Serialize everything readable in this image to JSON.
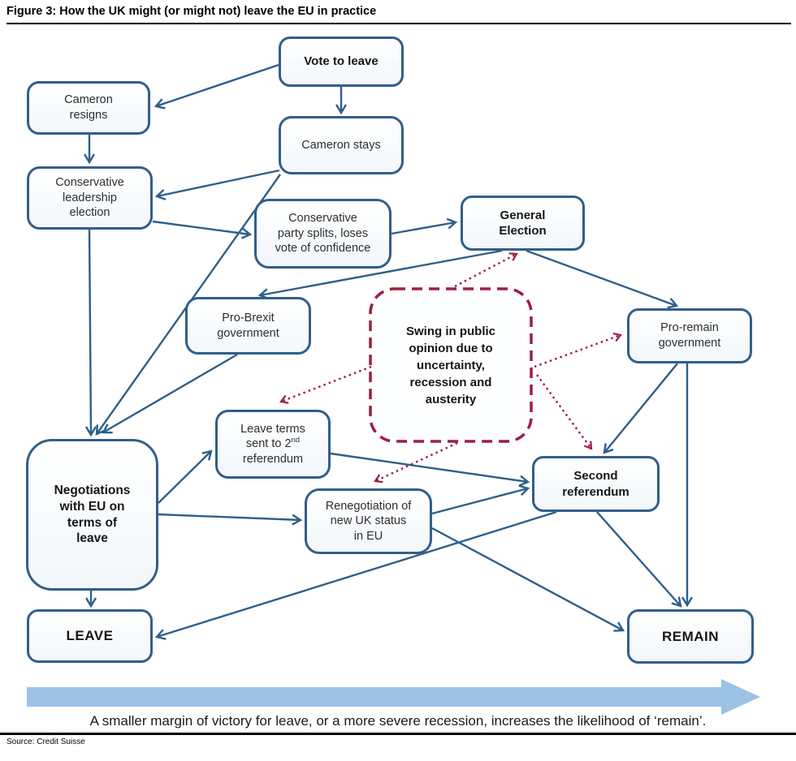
{
  "header": {
    "title": "Figure 3: How the UK might (or might not) leave the EU in practice"
  },
  "nodes": {
    "vote_to_leave": {
      "label": "Vote to leave"
    },
    "cameron_resigns": {
      "label": "Cameron\nresigns"
    },
    "cameron_stays": {
      "label": "Cameron stays"
    },
    "conservative_leadership": {
      "label": "Conservative\nleadership\nelection"
    },
    "party_splits": {
      "label": "Conservative\nparty splits, loses\nvote of confidence"
    },
    "general_election": {
      "label": "General\nElection"
    },
    "pro_brexit": {
      "label": "Pro-Brexit\ngovernment"
    },
    "swing": {
      "label": "Swing in public\nopinion due to\nuncertainty,\nrecession and\nausterity"
    },
    "pro_remain": {
      "label": "Pro-remain\ngovernment"
    },
    "leave_terms": {
      "pre": "Leave terms\nsent to 2",
      "sup": "nd",
      "post": "\nreferendum"
    },
    "renegotiation": {
      "label": "Renegotiation of\nnew UK status\nin EU"
    },
    "second_referendum": {
      "label": "Second\nreferendum"
    },
    "negotiations": {
      "label": "Negotiations\nwith EU on\nterms of\nleave"
    },
    "leave": {
      "label": "LEAVE"
    },
    "remain": {
      "label": "REMAIN"
    }
  },
  "footer": {
    "caption": "A smaller margin of victory for leave, or a more severe recession, increases the likelihood of ‘remain’.",
    "source": "Source: Credit Suisse"
  },
  "colors": {
    "box_border": "#315F8A",
    "arrow": "#2E5F8A",
    "swing_border": "#9E1E3E",
    "dotted_arrow": "#9E1E3E",
    "big_arrow": "#9CC3E6"
  }
}
